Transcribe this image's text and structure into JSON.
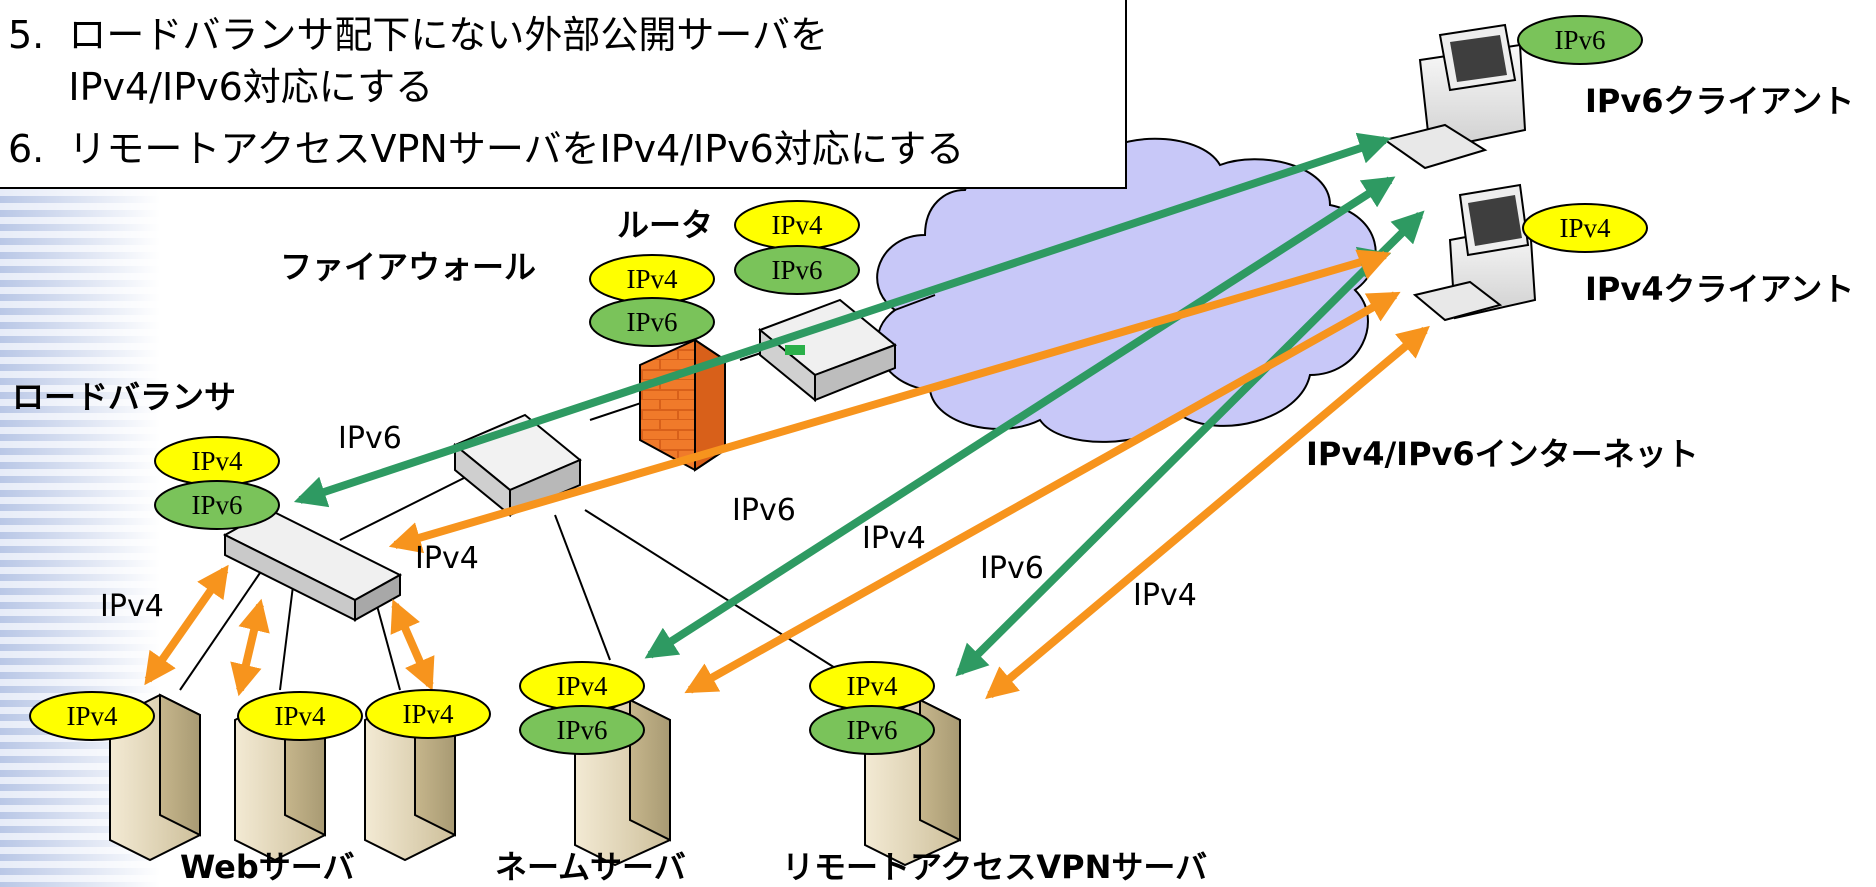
{
  "notes": {
    "item5_line1": "5.  ロードバランサ配下にない外部公開サーバを",
    "item5_line2": "     IPv4/IPv6対応にする",
    "item6": "6.  リモートアクセスVPNサーバをIPv4/IPv6対応にする"
  },
  "nodes": {
    "ipv6_client": "IPv6クライアント",
    "ipv4_client": "IPv4クライアント",
    "router": "ルータ",
    "firewall": "ファイアウォール",
    "load_balancer": "ロードバランサ",
    "internet": "IPv4/IPv6インターネット",
    "web_servers": "Webサーバ",
    "name_server": "ネームサーバ",
    "vpn_server": "リモートアクセスVPNサーバ"
  },
  "badges": {
    "v4": "IPv4",
    "v6": "IPv6"
  },
  "link_labels": {
    "lb_v6": "IPv6",
    "lb_v4": "IPv4",
    "web_v4": "IPv4",
    "ns_v6": "IPv6",
    "ns_v4": "IPv4",
    "vpn_v6": "IPv6",
    "vpn_v4": "IPv4"
  },
  "colors": {
    "ipv4_arrow": "#f7941d",
    "ipv6_arrow": "#2e9a62",
    "ipv4_badge": "#ffff00",
    "ipv6_badge": "#7ac35a",
    "cloud": "#c8c8f8",
    "firewall": "#f07a2a"
  }
}
